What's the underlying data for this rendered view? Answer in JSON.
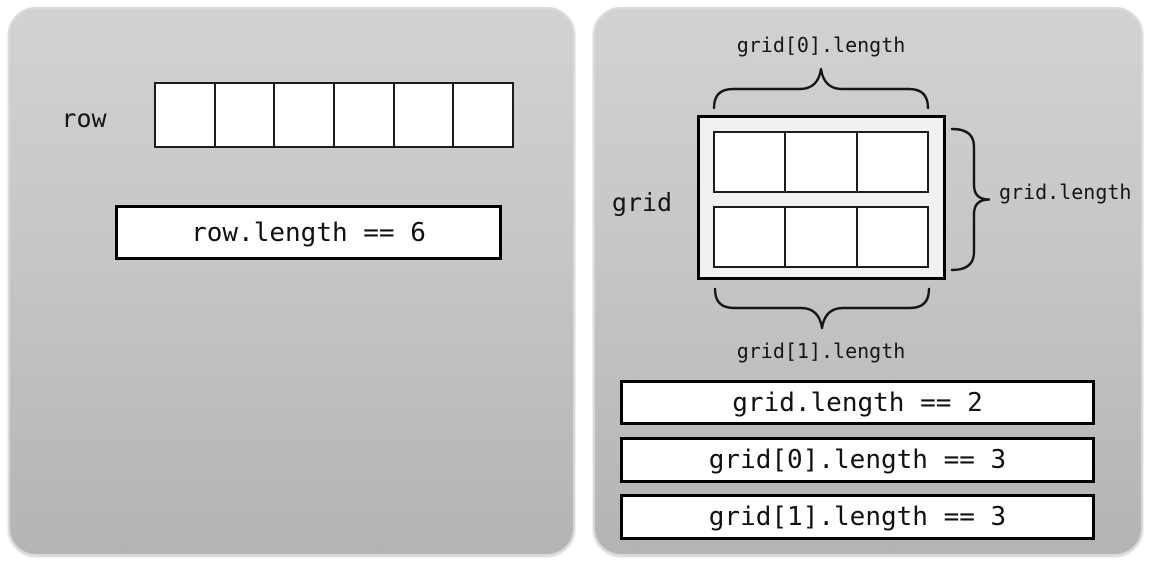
{
  "left_panel": {
    "array_label": "row",
    "cell_count": 6,
    "equation": "row.length == 6"
  },
  "right_panel": {
    "array_label": "grid",
    "rows": 2,
    "cols": 3,
    "top_brace_label": "grid[0].length",
    "right_brace_label": "grid.length",
    "bottom_brace_label": "grid[1].length",
    "equations": [
      "grid.length == 2",
      "grid[0].length == 3",
      "grid[1].length == 3"
    ]
  },
  "colors": {
    "panel_gradient_top": "#d2d2d2",
    "panel_gradient_bottom": "#b4b4b4",
    "panel_border": "#d9d9d9",
    "cell_fill": "#ffffff",
    "cell_border": "#1c1c1c",
    "frame_fill": "#f1f1f1",
    "frame_border": "#000000",
    "equation_box_fill": "#ffffff",
    "equation_box_border": "#000000",
    "text": "#161616",
    "page_background": "#ffffff"
  },
  "icons": {
    "top_brace": "overbrace",
    "right_brace": "closing-curly-brace",
    "bottom_brace": "underbrace"
  }
}
